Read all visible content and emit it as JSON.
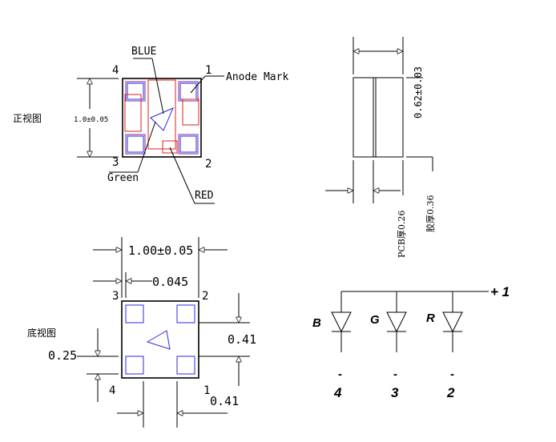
{
  "front_view": {
    "label": "正视图",
    "pin_top_left": "4",
    "pin_top_right": "1",
    "pin_bottom_left": "3",
    "pin_bottom_right": "2",
    "height_dim": "1.0±0.05",
    "label_blue": "BLUE",
    "label_anode": "Anode Mark",
    "label_green": "Green",
    "label_red": "RED"
  },
  "side_view": {
    "height_dim": "0.62±0.03",
    "pcb_label": "PCB厚0.26",
    "glue_label": "胶厚0.36"
  },
  "bottom_view": {
    "label": "底视图",
    "width_dim": "1.00±0.05",
    "offset_dim": "0.045",
    "pad_dim_right": "0.41",
    "pad_dim_left": "0.25",
    "pad_dim_bottom": "0.41",
    "pin_top_left": "3",
    "pin_top_right": "2",
    "pin_bottom_left": "4",
    "pin_bottom_right": "1"
  },
  "schematic": {
    "common_label": "+ 1",
    "diode_b": "B",
    "diode_g": "G",
    "diode_r": "R",
    "minus_b": "-",
    "minus_g": "-",
    "minus_r": "-",
    "pin_b": "4",
    "pin_g": "3",
    "pin_r": "2"
  },
  "colors": {
    "line": "#000000",
    "red": "#e0201a",
    "blue": "#2a2ae6",
    "purple": "#7a2aa0"
  }
}
